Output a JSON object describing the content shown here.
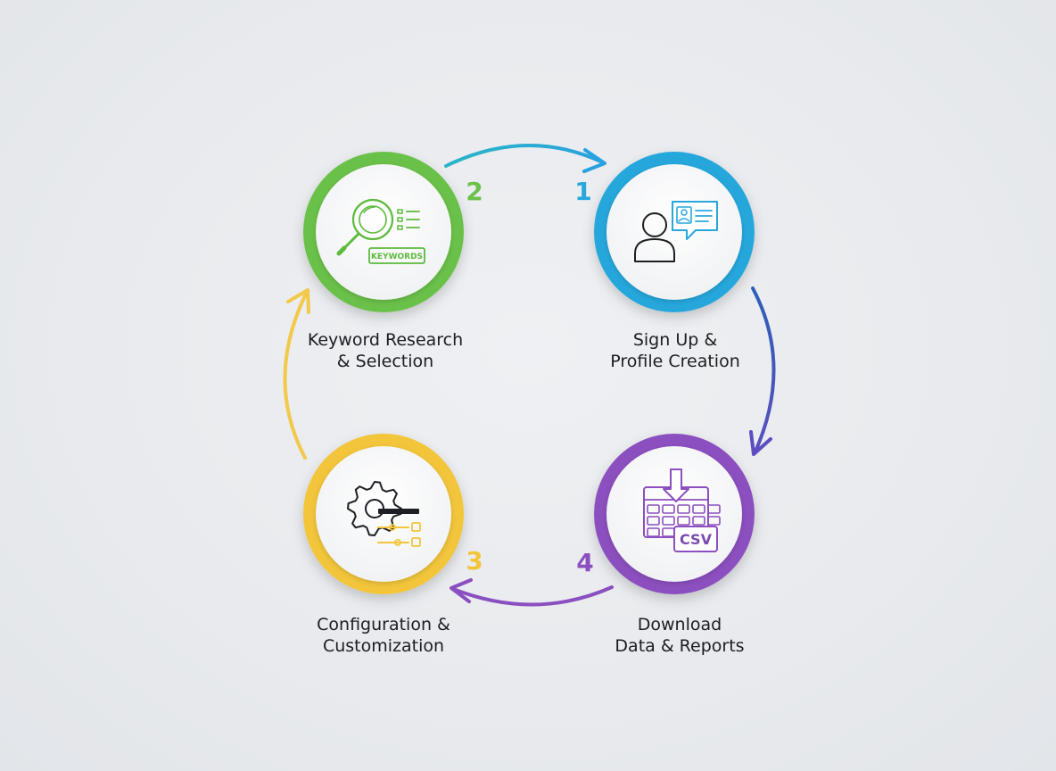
{
  "steps": [
    {
      "number": "1",
      "title_line1": "Sign Up &",
      "title_line2": "Profile Creation",
      "color": "#27a7dc",
      "icon": "user-profile-icon"
    },
    {
      "number": "2",
      "title_line1": "Keyword Research",
      "title_line2": "& Selection",
      "color": "#6bc149",
      "icon": "magnifier-keywords-icon",
      "badge": "KEYWORDS"
    },
    {
      "number": "3",
      "title_line1": "Configuration &",
      "title_line2": "Customization",
      "color": "#f2c53a",
      "icon": "gear-settings-icon"
    },
    {
      "number": "4",
      "title_line1": "Download",
      "title_line2": "Data & Reports",
      "color": "#8c4fbf",
      "icon": "csv-download-icon",
      "badge": "CSV"
    }
  ],
  "arrows": [
    {
      "from": "2",
      "to": "1",
      "color": "#28b0cf"
    },
    {
      "from": "1",
      "to": "4",
      "color": "#3a56b8"
    },
    {
      "from": "4",
      "to": "3",
      "color": "#8a4fc0"
    },
    {
      "from": "3",
      "to": "2",
      "color": "#f2c94a"
    }
  ]
}
